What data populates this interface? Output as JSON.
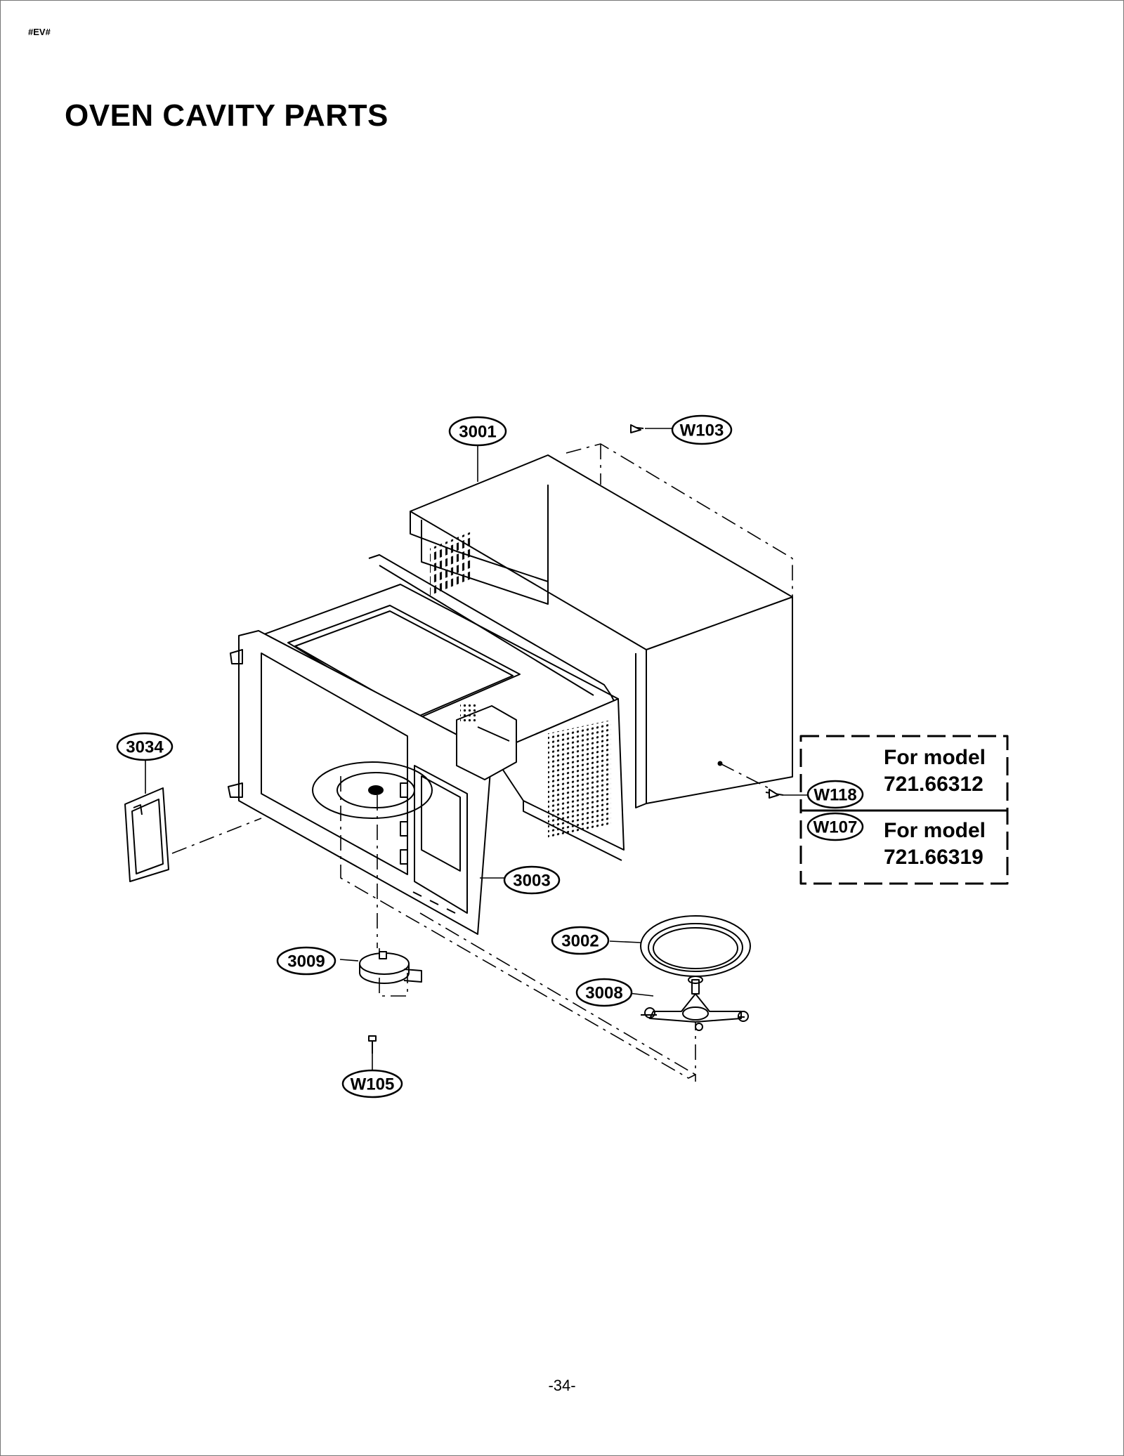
{
  "header_code": "#EV#",
  "title": "OVEN CAVITY PARTS",
  "page_number": "-34-",
  "parts": {
    "p3001": "3001",
    "w103": "W103",
    "p3034": "3034",
    "w118": "W118",
    "w107": "W107",
    "p3003": "3003",
    "p3002": "3002",
    "p3009": "3009",
    "p3008": "3008",
    "w105": "W105"
  },
  "model_notes": {
    "upper_line1": "For model",
    "upper_line2": "721.66312",
    "lower_line1": "For model",
    "lower_line2": "721.66319"
  }
}
